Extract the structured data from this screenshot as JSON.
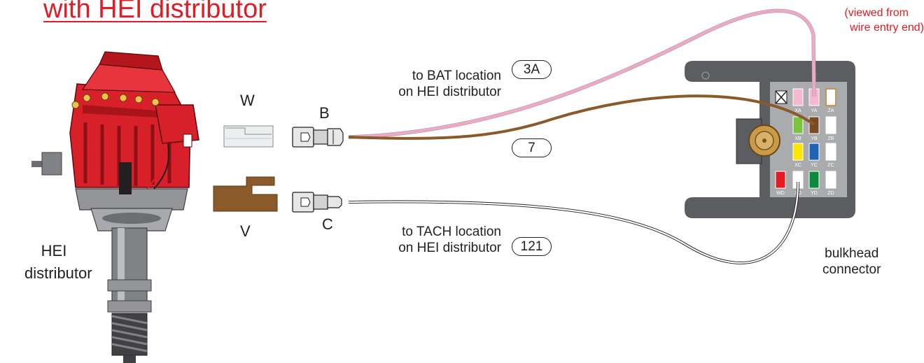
{
  "title": "with HEI distributor",
  "view_note": [
    "(viewed from",
    "wire entry end)"
  ],
  "distributor_label": [
    "HEI",
    "distributor"
  ],
  "connectors": {
    "w": "W",
    "v": "V",
    "b": "B",
    "c": "C"
  },
  "wires": [
    {
      "circuit": "3A",
      "desc": [
        "to BAT location",
        "on HEI distributor"
      ],
      "color": "#f2a7c8"
    },
    {
      "circuit": "7",
      "desc": [],
      "color": "#8b5a2b"
    },
    {
      "circuit": "121",
      "desc": [
        "to TACH location",
        "on HEI distributor"
      ],
      "color": "#ffffff"
    }
  ],
  "bulkhead_label": [
    "bulkhead",
    "connector"
  ],
  "cavities": {
    "row1": [
      "XA",
      "YA",
      "ZA"
    ],
    "row2": [
      "XB",
      "YB",
      "ZB"
    ],
    "row3": [
      "XC",
      "YC",
      "ZC"
    ],
    "row4": [
      "WD",
      "XD",
      "YD",
      "ZD"
    ]
  },
  "colors": {
    "title_red": "#e31b23",
    "distributor_red": "#d8202a",
    "bulkhead_gray": "#5c5d60",
    "brown_wire": "#8b5a2b",
    "pink_wire": "#f2a7c8"
  }
}
